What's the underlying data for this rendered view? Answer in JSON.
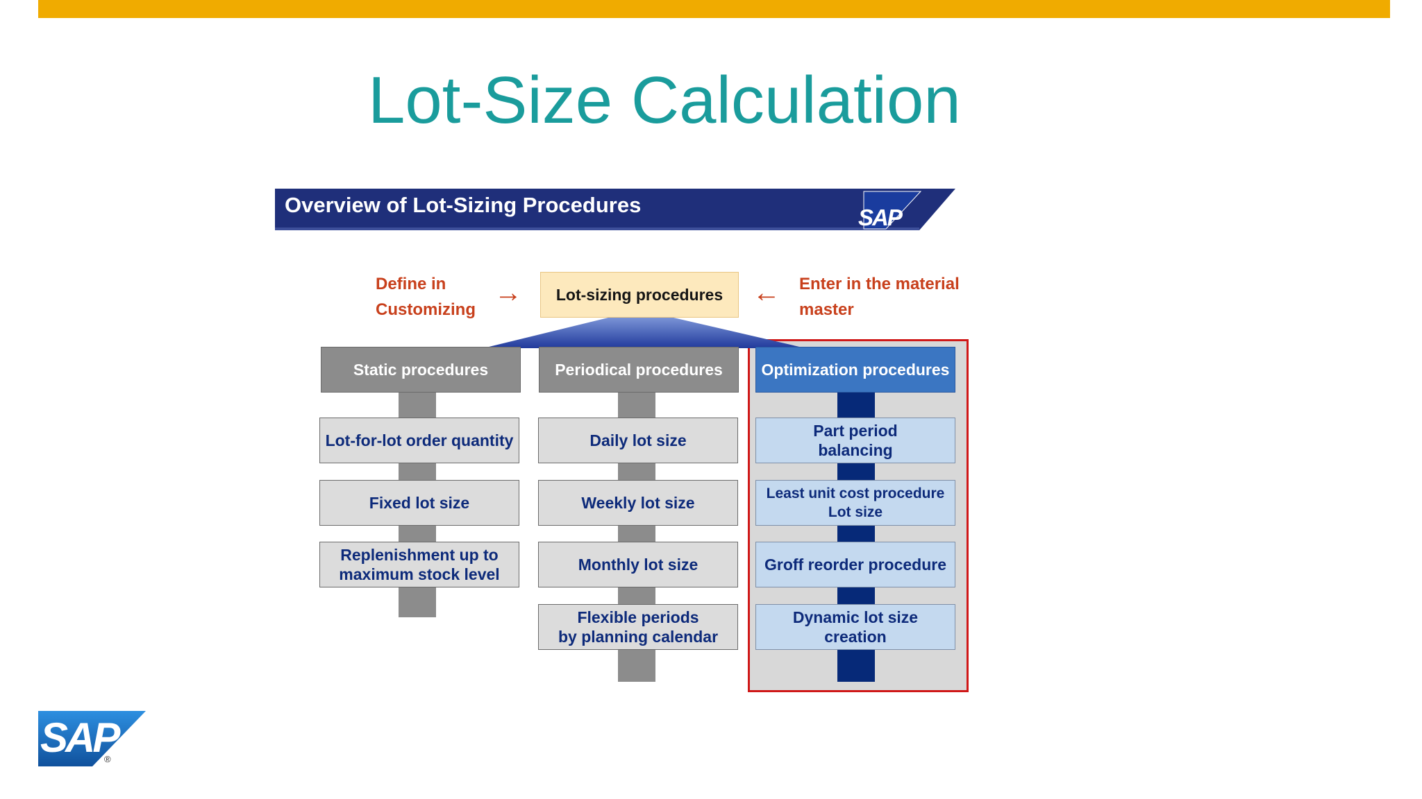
{
  "page": {
    "title": "Lot-Size Calculation"
  },
  "banner": {
    "title": "Overview of Lot-Sizing Procedures",
    "logo_text": "SAP"
  },
  "diagram": {
    "root_label": "Lot-sizing procedures",
    "left_note": "Define in\nCustomizing",
    "right_note": "Enter in the material\nmaster",
    "arrow_right_glyph": "→",
    "arrow_left_glyph": "←",
    "columns": [
      {
        "header": "Static procedures",
        "items": [
          "Lot-for-lot order quantity",
          "Fixed lot size",
          "Replenishment up to\nmaximum stock level"
        ]
      },
      {
        "header": "Periodical procedures",
        "items": [
          "Daily lot size",
          "Weekly lot size",
          "Monthly lot size",
          "Flexible periods\nby planning calendar"
        ]
      },
      {
        "header": "Optimization procedures",
        "items": [
          "Part period\nbalancing",
          "Least unit cost procedure\nLot size",
          "Groff reorder procedure",
          "Dynamic lot size\ncreation"
        ]
      }
    ]
  },
  "footer": {
    "logo_text": "SAP",
    "registered_mark": "®"
  },
  "colors": {
    "accent_bar": "#f0ab00",
    "title_teal": "#1a9c9c",
    "banner_navy": "#1f2f7a",
    "note_red": "#c8401c",
    "highlight_frame": "#d01818",
    "sap_blue": "#1d6ab4"
  }
}
